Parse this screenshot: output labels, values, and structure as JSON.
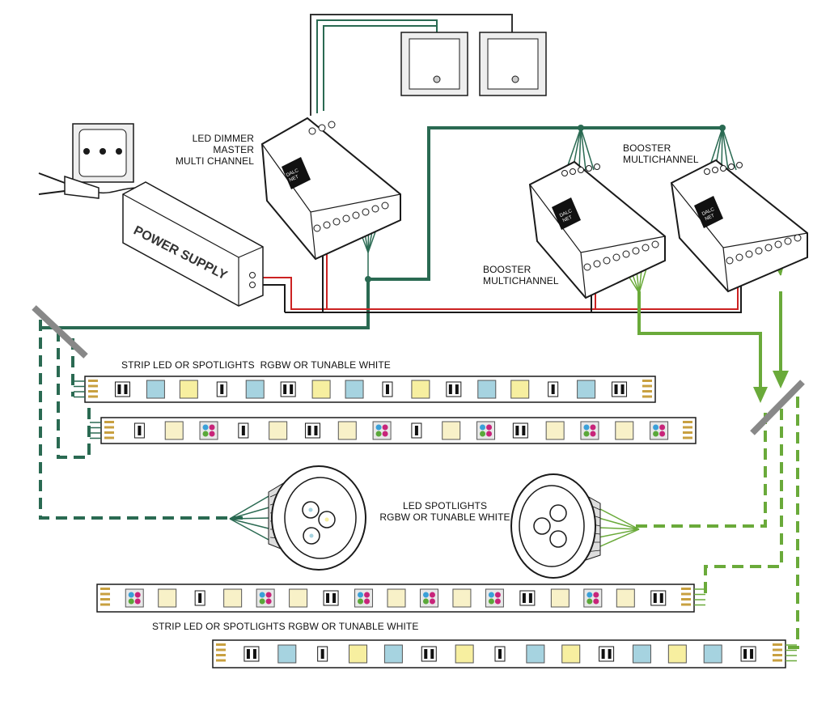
{
  "labels": {
    "dimmer_line1": "LED DIMMER",
    "dimmer_line2": "MASTER",
    "dimmer_line3": "MULTI CHANNEL",
    "booster_top_line1": "BOOSTER",
    "booster_top_line2": "MULTICHANNEL",
    "booster_bottom_line1": "BOOSTER",
    "booster_bottom_line2": "MULTICHANNEL",
    "strip_top": "STRIP LED OR SPOTLIGHTS  RGBW OR TUNABLE WHITE",
    "spot_line1": "LED SPOTLIGHTS",
    "spot_line2": "RGBW OR TUNABLE WHITE",
    "strip_bottom": "STRIP LED OR SPOTLIGHTS RGBW OR TUNABLE WHITE",
    "power_supply": "POWER SUPPLY",
    "module_brand_line1": "DALC",
    "module_brand_line2": "NET"
  },
  "colors": {
    "bus_dark_green": "#2a6a52",
    "bus_light_green": "#6aaa3a",
    "power_red": "#cc2222",
    "outline": "#1a1a1a",
    "led_blue": "#a6d3e0",
    "led_yellow": "#f7efa0",
    "led_cream": "#f8f1c8",
    "rgb_red": "#c8247a",
    "rgb_green": "#5aa83a",
    "rgb_blue": "#3aa0d8"
  },
  "strips": [
    {
      "id": "strip-1",
      "pattern": [
        "dual",
        "blue",
        "yellow",
        "single",
        "blue",
        "dual",
        "yellow",
        "blue",
        "single",
        "yellow",
        "dual",
        "blue",
        "yellow",
        "single",
        "blue",
        "dual"
      ]
    },
    {
      "id": "strip-2",
      "pattern": [
        "single",
        "cream",
        "rgb",
        "single",
        "cream",
        "dual",
        "cream",
        "rgb",
        "single",
        "cream",
        "rgb",
        "dual",
        "cream",
        "rgb",
        "cream",
        "rgb"
      ]
    },
    {
      "id": "strip-3",
      "pattern": [
        "rgb",
        "cream",
        "single",
        "cream",
        "rgb",
        "cream",
        "dual",
        "rgb",
        "cream",
        "rgb",
        "cream",
        "rgb",
        "dual",
        "cream",
        "rgb",
        "cream",
        "dual"
      ]
    },
    {
      "id": "strip-4",
      "pattern": [
        "dual",
        "blue",
        "single",
        "yellow",
        "blue",
        "dual",
        "yellow",
        "single",
        "blue",
        "yellow",
        "dual",
        "blue",
        "yellow",
        "blue",
        "dual"
      ]
    }
  ]
}
